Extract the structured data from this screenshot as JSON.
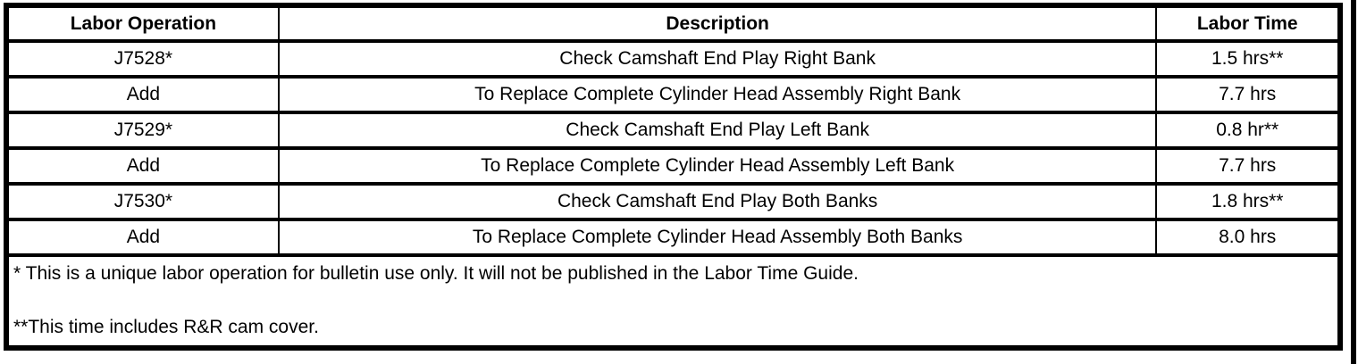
{
  "document": {
    "colors": {
      "border": "#000000",
      "background": "#ffffff",
      "text": "#000000"
    },
    "table": {
      "headers": [
        "Labor Operation",
        "Description",
        "Labor Time"
      ],
      "rows": [
        {
          "operation": "J7528*",
          "description": "Check Camshaft End Play Right Bank",
          "labor_time": "1.5 hrs**"
        },
        {
          "operation": "Add",
          "description": "To Replace Complete Cylinder Head Assembly Right Bank",
          "labor_time": "7.7 hrs"
        },
        {
          "operation": "J7529*",
          "description": "Check Camshaft End Play Left Bank",
          "labor_time": "0.8 hr**"
        },
        {
          "operation": "Add",
          "description": "To Replace Complete Cylinder Head Assembly Left Bank",
          "labor_time": "7.7 hrs"
        },
        {
          "operation": "J7530*",
          "description": "Check Camshaft End Play Both Banks",
          "labor_time": "1.8 hrs**"
        },
        {
          "operation": "Add",
          "description": "To Replace Complete Cylinder Head Assembly Both Banks",
          "labor_time": "8.0 hrs"
        }
      ],
      "footnotes": [
        "* This is a unique labor operation for bulletin use only. It will not be published in the Labor Time Guide.",
        "**This time includes R&R cam cover."
      ]
    }
  }
}
